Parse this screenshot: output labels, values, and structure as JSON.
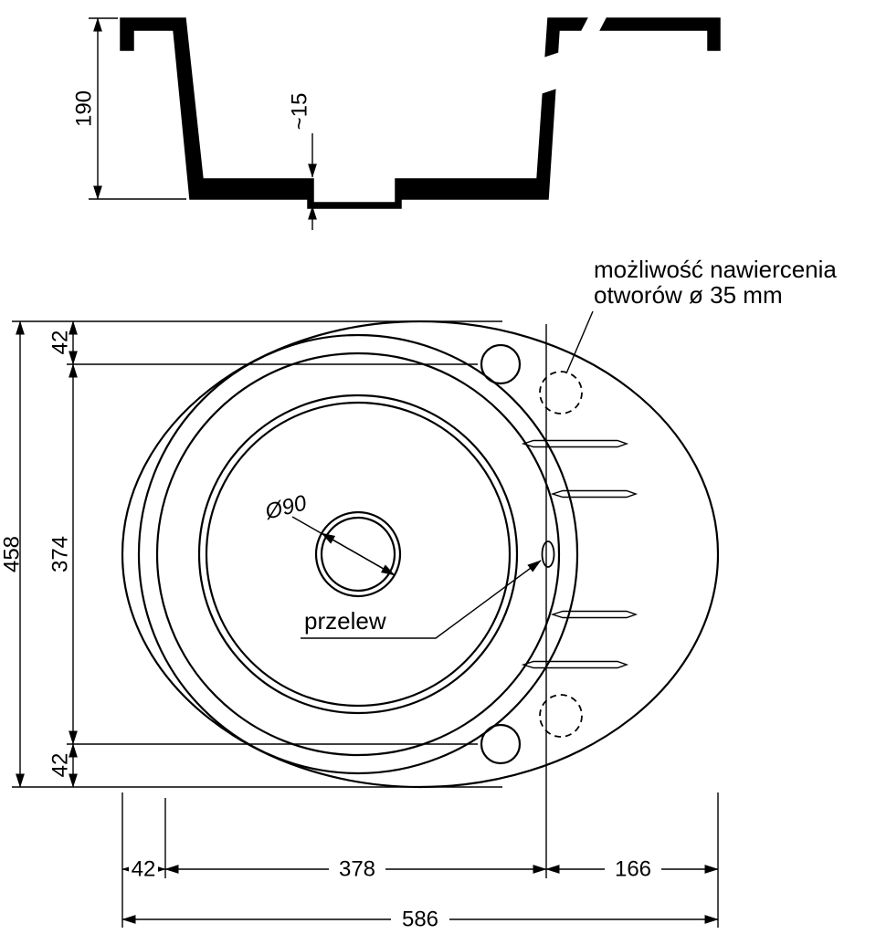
{
  "colors": {
    "ink": "#000000",
    "paper": "#ffffff"
  },
  "cross_section": {
    "height": "190",
    "recess_depth": "~15"
  },
  "plan": {
    "drain_diameter": "Ø90",
    "overflow_label": "przelew",
    "drill_note_line1": "możliwość nawiercenia",
    "drill_note_line2": "otworów ø 35 mm"
  },
  "dims": {
    "total_height": "458",
    "top_offset": "42",
    "hole_spacing": "374",
    "bottom_offset": "42",
    "left_offset": "42",
    "bowl_width": "378",
    "drainer_width": "166",
    "total_width": "586"
  }
}
